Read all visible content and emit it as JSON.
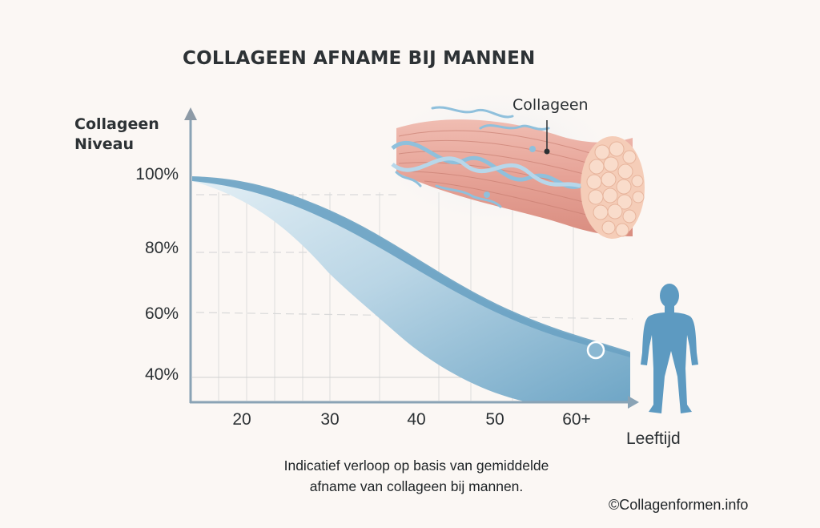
{
  "header": {
    "title": "COLLAGEEN AFNAME BIJ MANNEN"
  },
  "axes": {
    "y_label_line1": "Collageen",
    "y_label_line2": "Niveau",
    "x_label": "Leeftijd",
    "y_ticks": [
      "100%",
      "80%",
      "60%",
      "40%"
    ],
    "x_ticks": [
      "20",
      "30",
      "40",
      "50",
      "60+"
    ]
  },
  "illustration": {
    "label": "Collageen",
    "figure": "male-silhouette"
  },
  "caption": {
    "line1": "Indicatief verloop op basis van gemiddelde",
    "line2": "afname van collageen bij mannen."
  },
  "credit": "©Collagenformen.info",
  "colors": {
    "background": "#fbf7f4",
    "band_dark": "#5e9bbd",
    "band_light": "#dcebf3",
    "axis": "#8aa3b5",
    "figure": "#5d9ac1",
    "fiber": "#e8a79c",
    "fiber_end": "#f6d3c0",
    "helix": "#8fc0dc"
  },
  "chart_data": {
    "type": "area",
    "title": "COLLAGEEN AFNAME BIJ MANNEN",
    "xlabel": "Leeftijd",
    "ylabel": "Collageen Niveau",
    "categories": [
      "20",
      "30",
      "40",
      "50",
      "60+"
    ],
    "x": [
      20,
      30,
      40,
      50,
      60
    ],
    "series": [
      {
        "name": "Collageen niveau (bovengrens)",
        "values": [
          98,
          93,
          84,
          71,
          62
        ]
      },
      {
        "name": "Collageen niveau (ondergrens)",
        "values": [
          92,
          78,
          62,
          48,
          40
        ]
      }
    ],
    "y_tick_labels": [
      "40%",
      "60%",
      "80%",
      "100%"
    ],
    "ylim": [
      35,
      100
    ],
    "grid": true,
    "legend": "none",
    "annotations": [
      "Collageen",
      "Indicatief verloop op basis van gemiddelde afname van collageen bij mannen."
    ]
  }
}
